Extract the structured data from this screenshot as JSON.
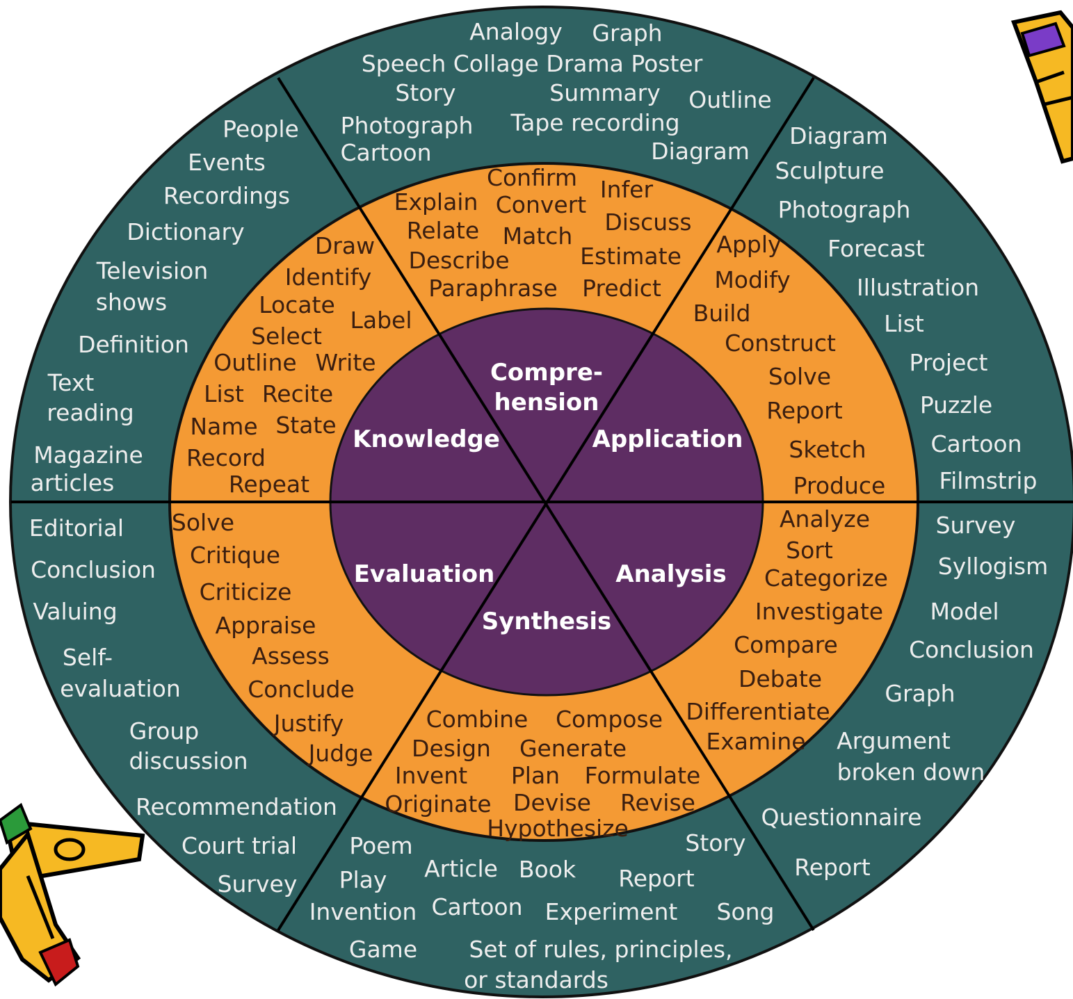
{
  "colors": {
    "outer_ring": "#2f6262",
    "middle_ring": "#f49a34",
    "core": "#5e2d63",
    "divider": "#000000"
  },
  "core_levels": {
    "knowledge": "Knowledge",
    "comprehension_line1": "Compre-",
    "comprehension_line2": "hension",
    "application": "Application",
    "analysis": "Analysis",
    "synthesis": "Synthesis",
    "evaluation": "Evaluation"
  },
  "verbs": {
    "knowledge": [
      "Draw",
      "Identify",
      "Locate",
      "Label",
      "Select",
      "Outline",
      "Write",
      "List",
      "Recite",
      "Name",
      "State",
      "Record",
      "Repeat"
    ],
    "comprehension": [
      "Confirm",
      "Infer",
      "Explain",
      "Convert",
      "Discuss",
      "Relate",
      "Match",
      "Describe",
      "Estimate",
      "Paraphrase",
      "Predict"
    ],
    "application": [
      "Apply",
      "Modify",
      "Build",
      "Construct",
      "Solve",
      "Report",
      "Sketch",
      "Produce"
    ],
    "analysis": [
      "Analyze",
      "Sort",
      "Categorize",
      "Investigate",
      "Compare",
      "Debate",
      "Differentiate",
      "Examine"
    ],
    "synthesis": [
      "Combine",
      "Compose",
      "Design",
      "Generate",
      "Invent",
      "Plan",
      "Formulate",
      "Originate",
      "Devise",
      "Revise",
      "Hypothesize"
    ],
    "evaluation": [
      "Solve",
      "Critique",
      "Criticize",
      "Appraise",
      "Assess",
      "Conclude",
      "Justify",
      "Judge"
    ]
  },
  "products": {
    "knowledge": [
      "People",
      "Events",
      "Recordings",
      "Dictionary",
      "Television",
      "shows",
      "Definition",
      "Text",
      "reading",
      "Magazine",
      "articles"
    ],
    "comprehension": [
      "Analogy",
      "Graph",
      "Speech Collage Drama Poster",
      "Story",
      "Summary",
      "Outline",
      "Photograph",
      "Tape recording",
      "Cartoon",
      "Diagram"
    ],
    "application": [
      "Diagram",
      "Sculpture",
      "Photograph",
      "Forecast",
      "Illustration",
      "List",
      "Project",
      "Puzzle",
      "Cartoon",
      "Filmstrip"
    ],
    "analysis": [
      "Survey",
      "Syllogism",
      "Model",
      "Conclusion",
      "Graph",
      "Argument",
      "broken down",
      "Questionnaire",
      "Report"
    ],
    "synthesis": [
      "Poem",
      "Story",
      "Play",
      "Article",
      "Book",
      "Report",
      "Invention",
      "Cartoon",
      "Experiment",
      "Song",
      "Game",
      "Set of rules, principles,",
      "or standards"
    ],
    "evaluation": [
      "Editorial",
      "Conclusion",
      "Valuing",
      "Self-",
      "evaluation",
      "Group",
      "discussion",
      "Recommendation",
      "Court trial",
      "Survey"
    ]
  },
  "decorations": [
    "pencil-top-right-icon",
    "pencil-bottom-left-icon"
  ]
}
